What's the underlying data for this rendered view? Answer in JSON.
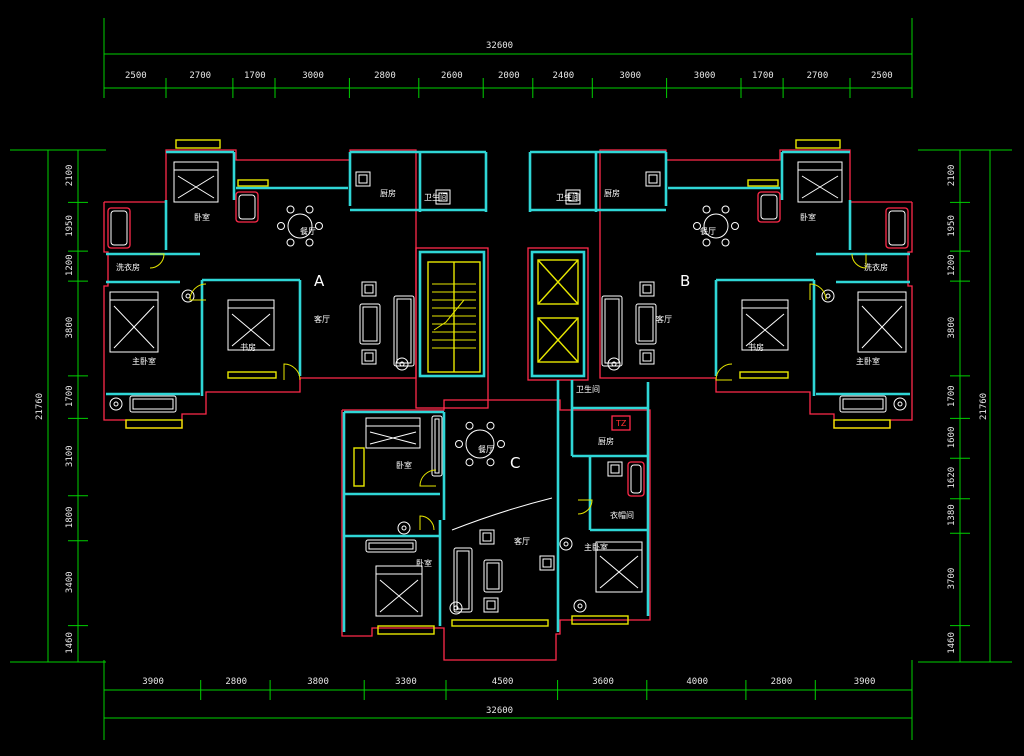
{
  "dimensions": {
    "total_top": "32600",
    "total_bottom": "32600",
    "top_segments": [
      "2500",
      "2700",
      "1700",
      "3000",
      "2800",
      "2600",
      "2000",
      "2400",
      "3000",
      "3000",
      "1700",
      "2700",
      "2500"
    ],
    "bottom_segments": [
      "3900",
      "2800",
      "3800",
      "3300",
      "4500",
      "3600",
      "4000",
      "2800",
      "3900"
    ],
    "left_total": "21760",
    "right_total": "21760",
    "left_segments": [
      "2100",
      "1950",
      "1200",
      "3800",
      "1700",
      "3100",
      "1800",
      "3400",
      "1460"
    ],
    "right_segments": [
      "2100",
      "1950",
      "1200",
      "3800",
      "1700",
      "1600",
      "1620",
      "1380",
      "3700",
      "1460"
    ]
  },
  "units": {
    "unit_a": "A",
    "unit_b": "B",
    "unit_c": "C"
  },
  "room_labels": {
    "a_bedroom_upper": "卧室",
    "a_dining": "餐厅",
    "a_master_bedroom": "主卧室",
    "a_study": "书房",
    "a_living": "客厅",
    "a_kitchen": "厨房",
    "a_bath": "卫生间",
    "a_laundry": "洗衣房",
    "b_bedroom_upper": "卧室",
    "b_dining": "餐厅",
    "b_master_bedroom": "主卧室",
    "b_study": "书房",
    "b_living": "客厅",
    "b_kitchen": "厨房",
    "b_bath": "卫生间",
    "b_laundry": "洗衣房",
    "c_bedroom_upper": "卧室",
    "c_dining": "餐厅",
    "c_bedroom_lower": "卧室",
    "c_living": "客厅",
    "c_master_bedroom": "主卧室",
    "c_bath": "卫生间",
    "c_kitchen": "厨房",
    "c_closet": "衣帽间",
    "c_ref": "TZ"
  },
  "colors": {
    "dimension_lines": "#00d000",
    "outer_wall": "#ff2a4a",
    "inner_wall": "#2fd6d6",
    "window_stair": "#e8e800",
    "furniture": "#ffffff",
    "background": "#000000"
  }
}
